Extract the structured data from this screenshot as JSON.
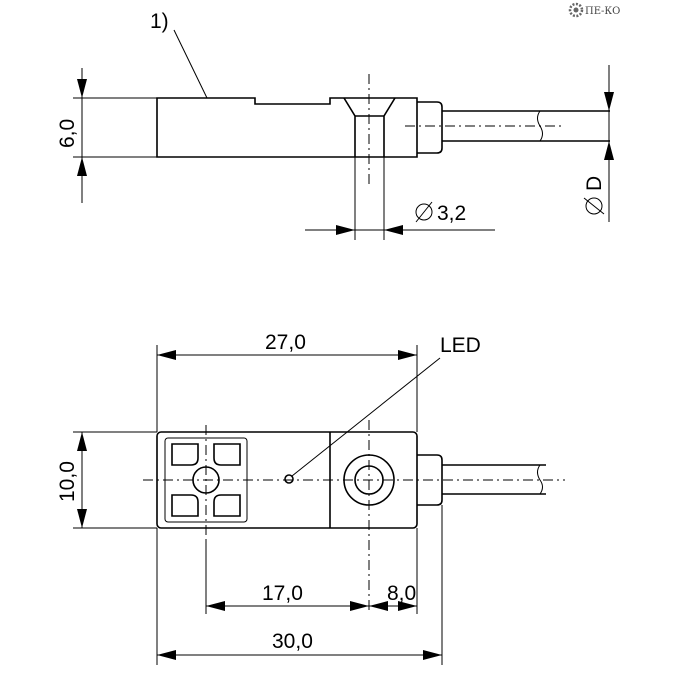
{
  "logo": {
    "text": "ПЕ-КО"
  },
  "top_view": {
    "note": "1)",
    "height_dim": "6,0",
    "hole_dim": "3,2",
    "cable_dim": "D"
  },
  "front_view": {
    "width_27": "27,0",
    "led": "LED",
    "height_dim": "10,0",
    "dim_17": "17,0",
    "dim_8": "8,0",
    "width_30": "30,0"
  }
}
